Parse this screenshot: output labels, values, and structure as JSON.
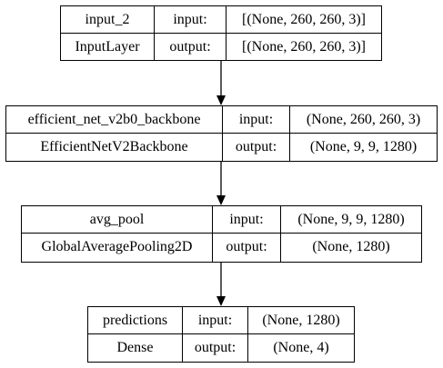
{
  "nodes": [
    {
      "name": "input_2",
      "type": "InputLayer",
      "input_label": "input:",
      "output_label": "output:",
      "input_shape": "[(None, 260, 260, 3)]",
      "output_shape": "[(None, 260, 260, 3)]"
    },
    {
      "name": "efficient_net_v2b0_backbone",
      "type": "EfficientNetV2Backbone",
      "input_label": "input:",
      "output_label": "output:",
      "input_shape": "(None, 260, 260, 3)",
      "output_shape": "(None, 9, 9, 1280)"
    },
    {
      "name": "avg_pool",
      "type": "GlobalAveragePooling2D",
      "input_label": "input:",
      "output_label": "output:",
      "input_shape": "(None, 9, 9, 1280)",
      "output_shape": "(None, 1280)"
    },
    {
      "name": "predictions",
      "type": "Dense",
      "input_label": "input:",
      "output_label": "output:",
      "input_shape": "(None, 1280)",
      "output_shape": "(None, 4)"
    }
  ],
  "edges": [
    {
      "from": "input_2",
      "to": "efficient_net_v2b0_backbone"
    },
    {
      "from": "efficient_net_v2b0_backbone",
      "to": "avg_pool"
    },
    {
      "from": "avg_pool",
      "to": "predictions"
    }
  ]
}
